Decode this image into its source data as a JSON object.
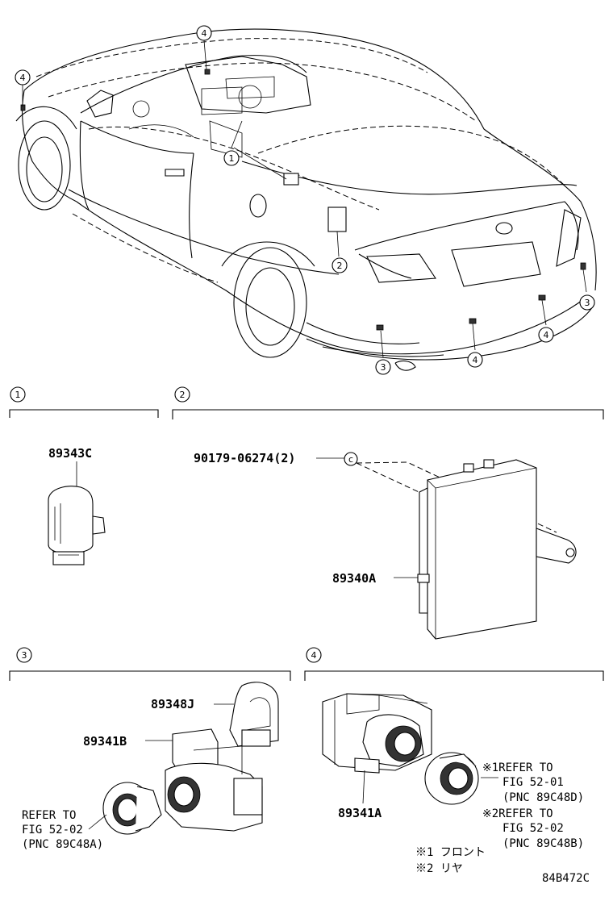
{
  "sections": [
    {
      "id": "1",
      "part_label": "89343C"
    },
    {
      "id": "2",
      "bolt_label": "90179-06274(2)",
      "part_label": "89340A"
    },
    {
      "id": "3",
      "cover_label": "89348J",
      "sensor_label": "89341B",
      "refer_lines": [
        "REFER TO",
        "FIG 52-02",
        "(PNC 89C48A)"
      ]
    },
    {
      "id": "4",
      "sensor_label": "89341A",
      "refer1_lines": [
        "※1REFER TO",
        "FIG 52-01",
        "(PNC 89C48D)"
      ],
      "refer2_lines": [
        "※2REFER TO",
        "FIG 52-02",
        "(PNC 89C48B)"
      ],
      "notes": [
        "※1 フロント",
        "※2 リヤ"
      ]
    }
  ],
  "car_callouts": [
    "4",
    "4",
    "1",
    "2",
    "3",
    "3",
    "4",
    "4"
  ],
  "diagram_code": "84B472C"
}
